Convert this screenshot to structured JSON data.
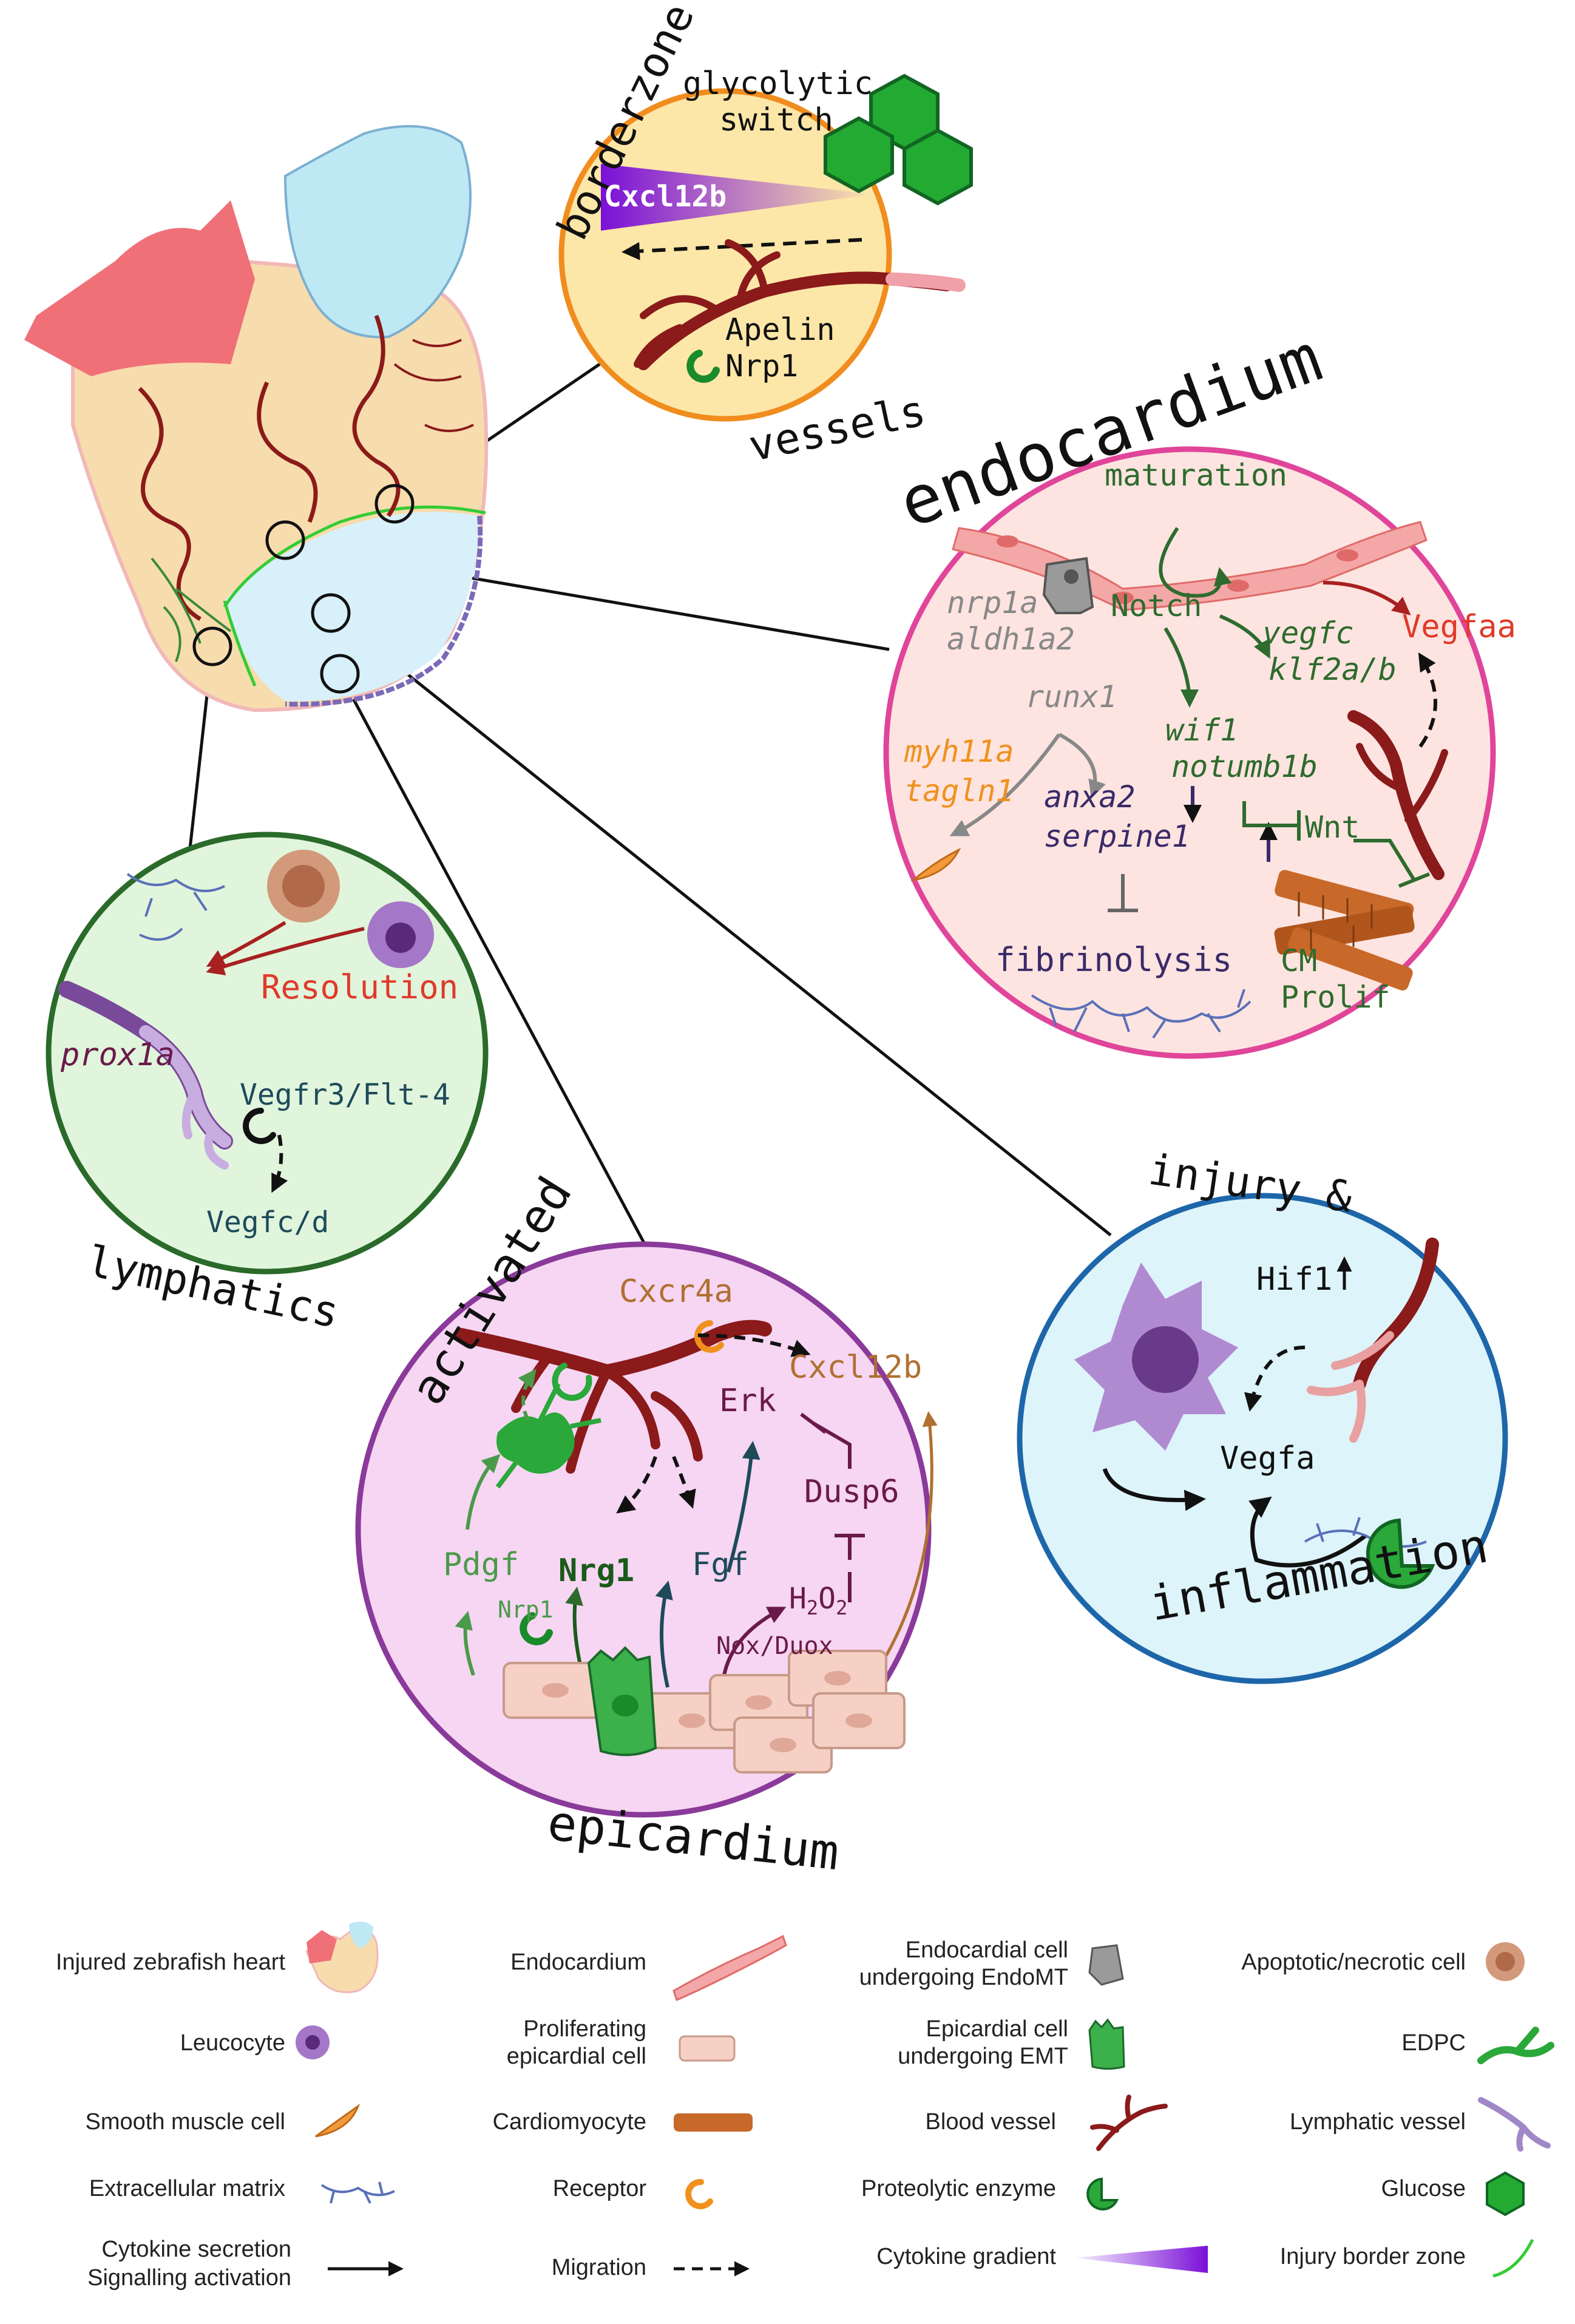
{
  "borderzone": {
    "title": "borderzone",
    "glycolytic_1": "glycolytic",
    "glycolytic_2": "switch",
    "gradient_label": "Cxcl12b",
    "apelin": "Apelin",
    "nrp1": "Nrp1",
    "vessels": "vessels"
  },
  "endocardium": {
    "title": "endocardium",
    "maturation": "maturation",
    "nrp1a": "nrp1a",
    "aldh1a2": "aldh1a2",
    "notch": "Notch",
    "vegfc": "vegfc",
    "klf2": "klf2a/b",
    "vegfaa": "Vegfaa",
    "runx1": "runx1",
    "wif1": "wif1",
    "notumb1b": "notumb1b",
    "myh11a": "myh11a",
    "tagln1": "tagln1",
    "anxa2": "anxa2",
    "serpine1": "serpine1",
    "wnt": "Wnt",
    "fibrinolysis": "fibrinolysis",
    "cm": "CM",
    "prolif": "Prolif"
  },
  "lymphatics": {
    "title": "lymphatics",
    "resolution": "Resolution",
    "prox1a": "prox1a",
    "vegfr3": "Vegfr3/Flt-4",
    "vegfcd": "Vegfc/d"
  },
  "epicardium": {
    "title_top": "activated",
    "title_bottom": "epicardium",
    "cxcr4a": "Cxcr4a",
    "cxcl12b": "Cxcl12b",
    "erk": "Erk",
    "dusp6": "Dusp6",
    "pdgf": "Pdgf",
    "nrg1": "Nrg1",
    "fgf": "Fgf",
    "h2o2_main": "H",
    "h2o2_sub": "2",
    "h2o2_o": "O",
    "h2o2_sub2": "2",
    "nrp1": "Nrp1",
    "nox": "Nox/Duox"
  },
  "injury": {
    "title_top": "injury &",
    "title_bottom": "inflammation",
    "hif1": "Hif1",
    "vegfa": "Vegfa"
  },
  "legend": {
    "injured_heart": "Injured zebrafish heart",
    "endocardium": "Endocardium",
    "endomt_1": "Endocardial cell",
    "endomt_2": "undergoing EndoMT",
    "apoptotic": "Apoptotic/necrotic cell",
    "leucocyte": "Leucocyte",
    "prolif_epi_1": "Proliferating",
    "prolif_epi_2": "epicardial cell",
    "emt_1": "Epicardial cell",
    "emt_2": "undergoing EMT",
    "edpc": "EDPC",
    "smooth_muscle": "Smooth muscle cell",
    "cardiomyocyte": "Cardiomyocyte",
    "blood_vessel": "Blood vessel",
    "lymphatic_vessel": "Lymphatic  vessel",
    "ecm": "Extracellular matrix",
    "receptor": "Receptor",
    "proteolytic": "Proteolytic enzyme",
    "glucose": "Glucose",
    "cytokine_1": "Cytokine secretion",
    "cytokine_2": "Signalling activation",
    "migration": "Migration",
    "gradient": "Cytokine gradient",
    "border_zone": "Injury border zone"
  },
  "colors": {
    "vessel": "#8b1a1a",
    "endo_green": "#2e6b2e",
    "orange_text": "#f0911e",
    "red_text": "#e03a2a",
    "purple_text": "#3a2a6a",
    "teal_text": "#1e4a5a"
  }
}
